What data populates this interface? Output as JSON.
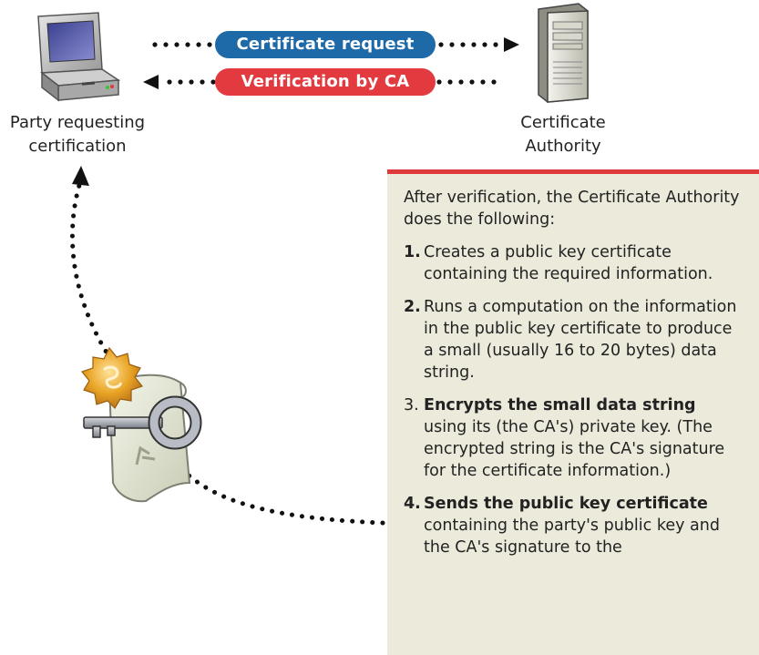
{
  "arrows": {
    "request_label": "Certificate request",
    "verification_label": "Verification by CA"
  },
  "nodes": {
    "requester_line1": "Party requesting",
    "requester_line2": "certification",
    "ca_line1": "Certificate",
    "ca_line2": "Authority"
  },
  "panel": {
    "intro": "After verification, the Certificate Authority does the following:",
    "steps": [
      {
        "num": "1.",
        "bold": "",
        "text": "Creates a public key certificate containing the required information."
      },
      {
        "num": "2.",
        "bold": "",
        "text": "Runs a computation on the information in the public key certificate to produce a small (usually 16 to 20 bytes) data string."
      },
      {
        "num": "3.",
        "bold": "Encrypts the small data string",
        "text": " using its (the CA's) private key. (The encrypted string is the CA's signature for the certificate information.)"
      },
      {
        "num": "4.",
        "bold": "Sends the public key certificate",
        "text": " containing the party's public key and the CA's signature to the"
      }
    ]
  },
  "icons": {
    "requester": "computer-icon",
    "ca": "server-icon",
    "certificate": "certificate-key-icon"
  },
  "colors": {
    "request_pill": "#1e6aa8",
    "verification_pill": "#e23a3f",
    "panel_bg": "#eceadb",
    "panel_border": "#de3a3b"
  }
}
